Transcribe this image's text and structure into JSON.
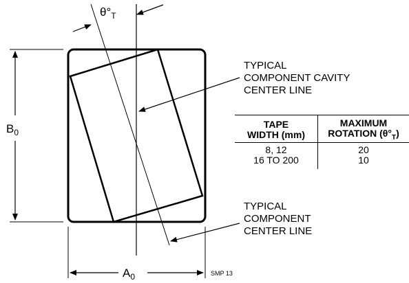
{
  "diagram": {
    "theta_label": "θ°",
    "theta_sub": "T",
    "b_label": "B",
    "b_sub": "0",
    "a_label": "A",
    "a_sub": "0",
    "cavity_callout": [
      "TYPICAL",
      "COMPONENT CAVITY",
      "CENTER LINE"
    ],
    "component_callout": [
      "TYPICAL",
      "COMPONENT",
      "CENTER LINE"
    ],
    "figure_code": "SMP 13"
  },
  "table": {
    "col1_header": [
      "TAPE",
      "WIDTH (mm)"
    ],
    "col2_header_line1": "MAXIMUM",
    "col2_header_line2": "ROTATION (θ°",
    "col2_header_sub": "T",
    "col2_header_close": ")",
    "rows": [
      {
        "width": "8, 12",
        "rotation": "20"
      },
      {
        "width": "16 TO 200",
        "rotation": "10"
      }
    ]
  }
}
